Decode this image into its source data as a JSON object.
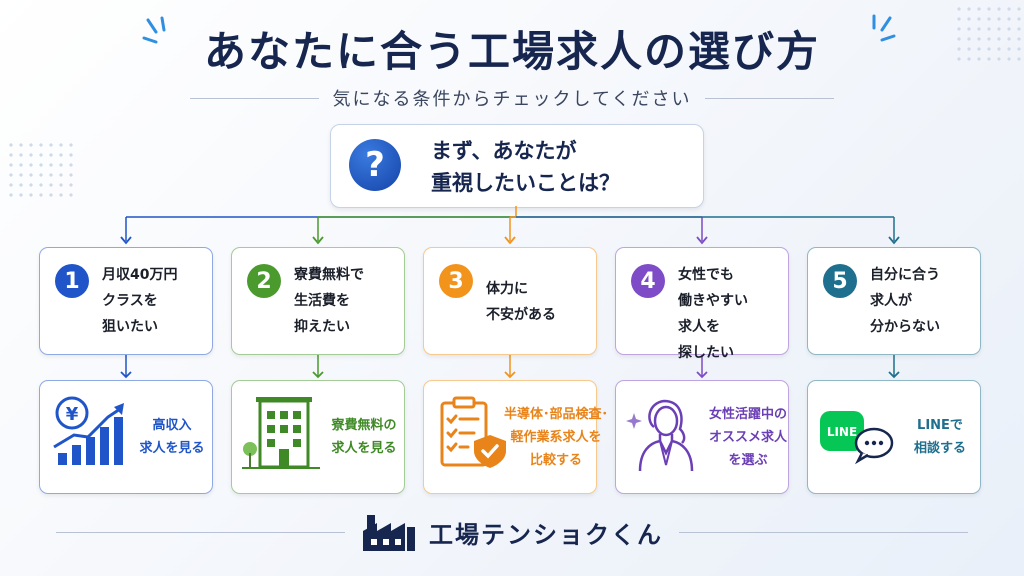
{
  "title": "あなたに合う工場求人の選び方",
  "subtitle": "気になる条件からチェックしてください",
  "question": {
    "icon": "question-mark-icon",
    "mark": "?",
    "lines": [
      "まず、あなたが",
      "重視したいことは？"
    ]
  },
  "colors": {
    "navy": "#16264f",
    "blue": "#1f55c8",
    "green": "#4a9a2e",
    "orange": "#f2941c",
    "purple": "#7d4cc6",
    "teal": "#1f6f8e"
  },
  "options": [
    {
      "num": "1",
      "color": "#1f55c8",
      "lines": [
        "月収40万円",
        "クラスを",
        "狙いたい"
      ],
      "action_icon": "yen-growth-chart-icon",
      "action_lines": [
        "高収入",
        "求人を見る"
      ],
      "action_color": "#1f55c8"
    },
    {
      "num": "2",
      "color": "#4a9a2e",
      "lines": [
        "寮費無料で",
        "生活費を",
        "抑えたい"
      ],
      "action_icon": "apartment-building-icon",
      "action_lines": [
        "寮費無料の",
        "求人を見る"
      ],
      "action_color": "#3f8a26"
    },
    {
      "num": "3",
      "color": "#f2941c",
      "lines": [
        "体力に",
        "不安がある"
      ],
      "action_icon": "checklist-shield-icon",
      "action_lines": [
        "半導体･部品検査･",
        "軽作業系求人を",
        "比較する"
      ],
      "action_color": "#e8841a"
    },
    {
      "num": "4",
      "color": "#7d4cc6",
      "lines": [
        "女性でも",
        "働きやすい",
        "求人を",
        "探したい"
      ],
      "action_icon": "businesswoman-icon",
      "action_lines": [
        "女性活躍中の",
        "オススメ求人",
        "を選ぶ"
      ],
      "action_color": "#6b3fb5"
    },
    {
      "num": "5",
      "color": "#1f6f8e",
      "lines": [
        "自分に合う",
        "求人が",
        "分からない"
      ],
      "action_icon": "line-chat-icon",
      "action_lines": [
        "LINEで",
        "相談する"
      ],
      "action_color": "#1f6f8e",
      "line_logo_text": "LINE"
    }
  ],
  "footer": {
    "brand": "工場テンショクくん",
    "logo_icon": "factory-icon"
  }
}
